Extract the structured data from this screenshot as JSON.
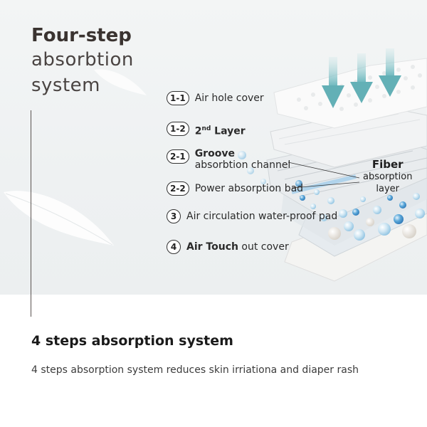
{
  "hero": {
    "title_bold": "Four-step",
    "title_line2": "absorbtion",
    "title_line3": "system"
  },
  "steps": [
    {
      "num": "1-1",
      "text": "Air hole cover"
    },
    {
      "num": "1-2",
      "text_main": "2",
      "text_sup": "nd",
      "text_rest": " Layer"
    },
    {
      "num": "2-1",
      "text_bold": "Groove",
      "text_line2": "absorbtion channel"
    },
    {
      "num": "2-2",
      "text": "Power absorption bad"
    },
    {
      "num": "3",
      "text": "Air circulation water-proof pad"
    },
    {
      "num": "4",
      "text_bold": "Air Touch",
      "text_rest": " out cover"
    }
  ],
  "fiber_label": {
    "bold": "Fiber",
    "line2": "absorption",
    "line3": "layer"
  },
  "bottom": {
    "title": "4 steps absorption system",
    "description": "4 steps absorption system reduces skin irriationa and diaper rash"
  },
  "colors": {
    "hero_bg": "#eef1f2",
    "arrow_teal": "#6fb7bd",
    "bead_blue": "#5aa7d9",
    "text_dark": "#3a3330"
  },
  "icons": [
    "arrow-down-icon",
    "feather-icon"
  ]
}
